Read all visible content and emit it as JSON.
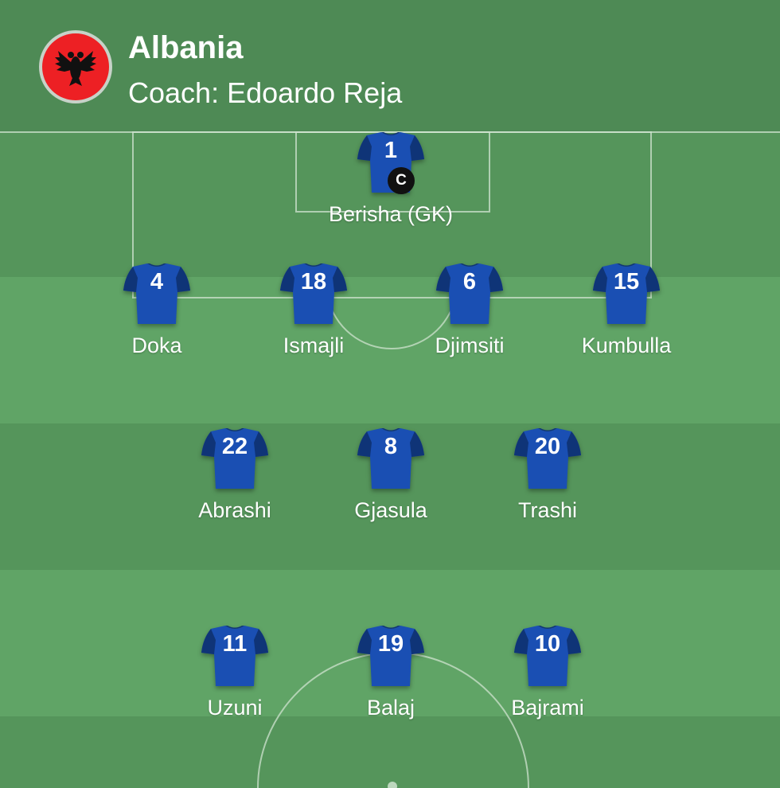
{
  "team": {
    "name": "Albania",
    "coach": "Coach: Edoardo Reja",
    "flag_icon": "albania-flag-icon",
    "flag_color": "#ed2024"
  },
  "colors": {
    "shirt": "#1a4fb3",
    "shirt_sleeve": "#0f3477",
    "pitch_light": "#60a466",
    "pitch_dark": "#55955b",
    "header": "#4e8a55"
  },
  "captain_badge": "C",
  "players": {
    "berisha": {
      "number": "1",
      "name": "Berisha (GK)"
    },
    "doka": {
      "number": "4",
      "name": "Doka"
    },
    "ismajli": {
      "number": "18",
      "name": "Ismajli"
    },
    "djimsiti": {
      "number": "6",
      "name": "Djimsiti"
    },
    "kumbulla": {
      "number": "15",
      "name": "Kumbulla"
    },
    "abrashi": {
      "number": "22",
      "name": "Abrashi"
    },
    "gjasula": {
      "number": "8",
      "name": "Gjasula"
    },
    "trashi": {
      "number": "20",
      "name": "Trashi"
    },
    "uzuni": {
      "number": "11",
      "name": "Uzuni"
    },
    "balaj": {
      "number": "19",
      "name": "Balaj"
    },
    "bajrami": {
      "number": "10",
      "name": "Bajrami"
    }
  }
}
